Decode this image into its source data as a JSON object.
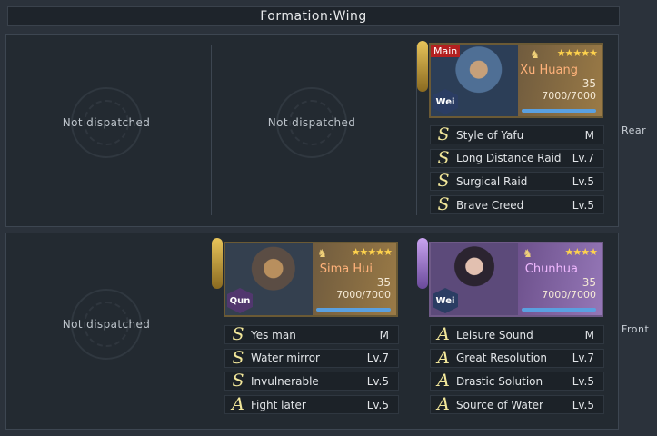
{
  "title": "Formation:Wing",
  "rows": {
    "rear_label": "Rear",
    "front_label": "Front"
  },
  "empty_slot_text": "Not dispatched",
  "heroes": [
    {
      "name": "Xu Huang",
      "level": "35",
      "troops": "7000/7000",
      "troop_fraction": 1.0,
      "stars": "★★★★★",
      "faction": "Wei",
      "main_tag": "Main",
      "skills": [
        {
          "grade": "S",
          "name": "Style of Yafu",
          "level": "M"
        },
        {
          "grade": "S",
          "name": "Long Distance Raid",
          "level": "Lv.7"
        },
        {
          "grade": "S",
          "name": "Surgical Raid",
          "level": "Lv.5"
        },
        {
          "grade": "S",
          "name": "Brave Creed",
          "level": "Lv.5"
        }
      ]
    },
    {
      "name": "Sima Hui",
      "level": "35",
      "troops": "7000/7000",
      "troop_fraction": 1.0,
      "stars": "★★★★★",
      "faction": "Qun",
      "skills": [
        {
          "grade": "S",
          "name": "Yes man",
          "level": "M"
        },
        {
          "grade": "S",
          "name": "Water mirror",
          "level": "Lv.7"
        },
        {
          "grade": "S",
          "name": "Invulnerable",
          "level": "Lv.5"
        },
        {
          "grade": "A",
          "name": "Fight later",
          "level": "Lv.5"
        }
      ]
    },
    {
      "name": "Chunhua",
      "level": "35",
      "troops": "7000/7000",
      "troop_fraction": 1.0,
      "stars": "★★★★",
      "faction": "Wei",
      "skills": [
        {
          "grade": "A",
          "name": "Leisure Sound",
          "level": "M"
        },
        {
          "grade": "A",
          "name": "Great Resolution",
          "level": "Lv.7"
        },
        {
          "grade": "A",
          "name": "Drastic Solution",
          "level": "Lv.5"
        },
        {
          "grade": "A",
          "name": "Source of Water",
          "level": "Lv.5"
        }
      ]
    }
  ],
  "colors": {
    "background": "#2b323b",
    "panel": "#232a31",
    "star": "#ffd34d",
    "grade": "#f2e79a",
    "main_tag": "#b32020"
  },
  "icons": {
    "rank": "horse-rank-icon",
    "faction": "hexagon-faction-badge",
    "empty_slot": "circular-emblem-icon"
  }
}
